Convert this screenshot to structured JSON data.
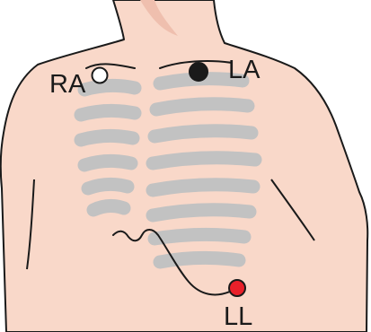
{
  "electrodes": {
    "ra": {
      "label": "RA",
      "color": "#ffffff"
    },
    "la": {
      "label": "LA",
      "color": "#1a1a1a"
    },
    "ll": {
      "label": "LL",
      "color": "#e8202a"
    }
  },
  "colors": {
    "skin": "#f9d8c9",
    "skin_shadow": "#efbfae",
    "ribs": "#c2c2c2",
    "outline": "#1a1a1a"
  }
}
